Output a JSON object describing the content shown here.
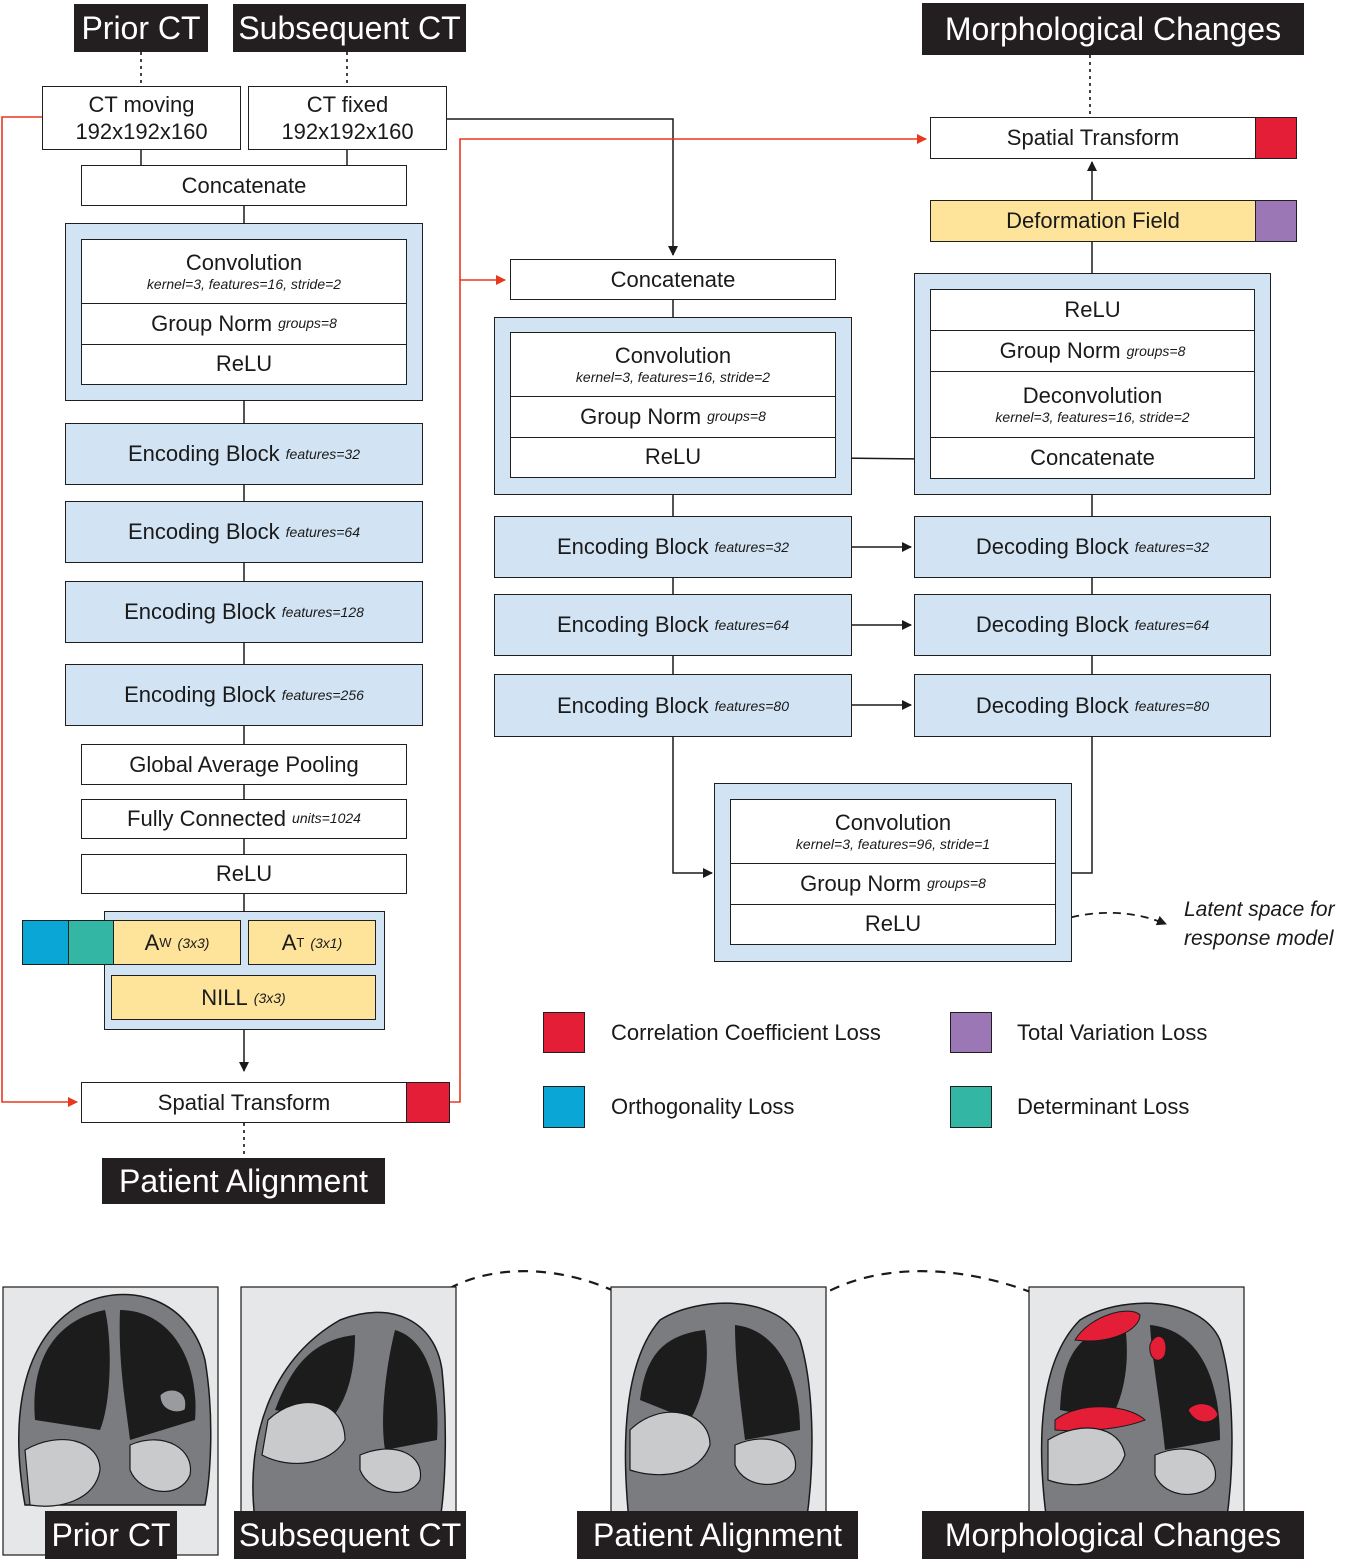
{
  "top_tags": {
    "prior": "Prior CT",
    "subsequent": "Subsequent CT",
    "morph": "Morphological Changes",
    "patient": "Patient Alignment"
  },
  "inputs": {
    "moving_line1": "CT moving",
    "moving_line2": "192x192x160",
    "fixed_line1": "CT fixed",
    "fixed_line2": "192x192x160"
  },
  "affine": {
    "concatenate": "Concatenate",
    "conv": "Convolution",
    "conv_params": "kernel=3, features=16, stride=2",
    "groupnorm": "Group Norm",
    "groupnorm_params": "groups=8",
    "relu": "ReLU",
    "enc_label": "Encoding Block",
    "enc_features": [
      "features=32",
      "features=64",
      "features=128",
      "features=256"
    ],
    "gap": "Global Average Pooling",
    "fc": "Fully Connected",
    "fc_params": "units=1024",
    "relu2": "ReLU",
    "aw": "A",
    "aw_sup": "W",
    "aw_params": "(3x3)",
    "at": "A",
    "at_sup": "T",
    "at_params": "(3x1)",
    "nill": "NILL",
    "nill_params": "(3x3)",
    "spatial": "Spatial Transform"
  },
  "deform": {
    "concatenate": "Concatenate",
    "conv": "Convolution",
    "conv_params": "kernel=3, features=16, stride=2",
    "groupnorm": "Group Norm",
    "groupnorm_params": "groups=8",
    "relu": "ReLU",
    "enc_label": "Encoding Block",
    "enc_features": [
      "features=32",
      "features=64",
      "features=80"
    ],
    "dec_label": "Decoding Block",
    "dec_features": [
      "features=32",
      "features=64",
      "features=80"
    ],
    "bottom_conv": "Convolution",
    "bottom_conv_params": "kernel=3, features=96, stride=1",
    "bottom_gn": "Group Norm",
    "bottom_gn_params": "groups=8",
    "bottom_relu": "ReLU",
    "latent_line1": "Latent space for",
    "latent_line2": "response model",
    "up_relu": "ReLU",
    "up_gn": "Group Norm",
    "up_gn_params": "groups=8",
    "deconv": "Deconvolution",
    "deconv_params": "kernel=3, features=16, stride=2",
    "up_concat": "Concatenate",
    "deformation_field": "Deformation Field",
    "spatial": "Spatial Transform"
  },
  "legend": {
    "cc": "Correlation Coefficient Loss",
    "tv": "Total Variation Loss",
    "ortho": "Orthogonality Loss",
    "det": "Determinant Loss"
  },
  "colors": {
    "cc_loss": "#e31e36",
    "tv_loss": "#9b77b5",
    "ortho_loss": "#0aa6d6",
    "det_loss": "#33b6a3",
    "block_blue": "#d2e3f3",
    "block_yellow": "#fde49a",
    "red_line": "#e8391f"
  },
  "bottom_tags": {
    "prior": "Prior CT",
    "subsequent": "Subsequent CT",
    "patient": "Patient Alignment",
    "morph": "Morphological Changes"
  }
}
